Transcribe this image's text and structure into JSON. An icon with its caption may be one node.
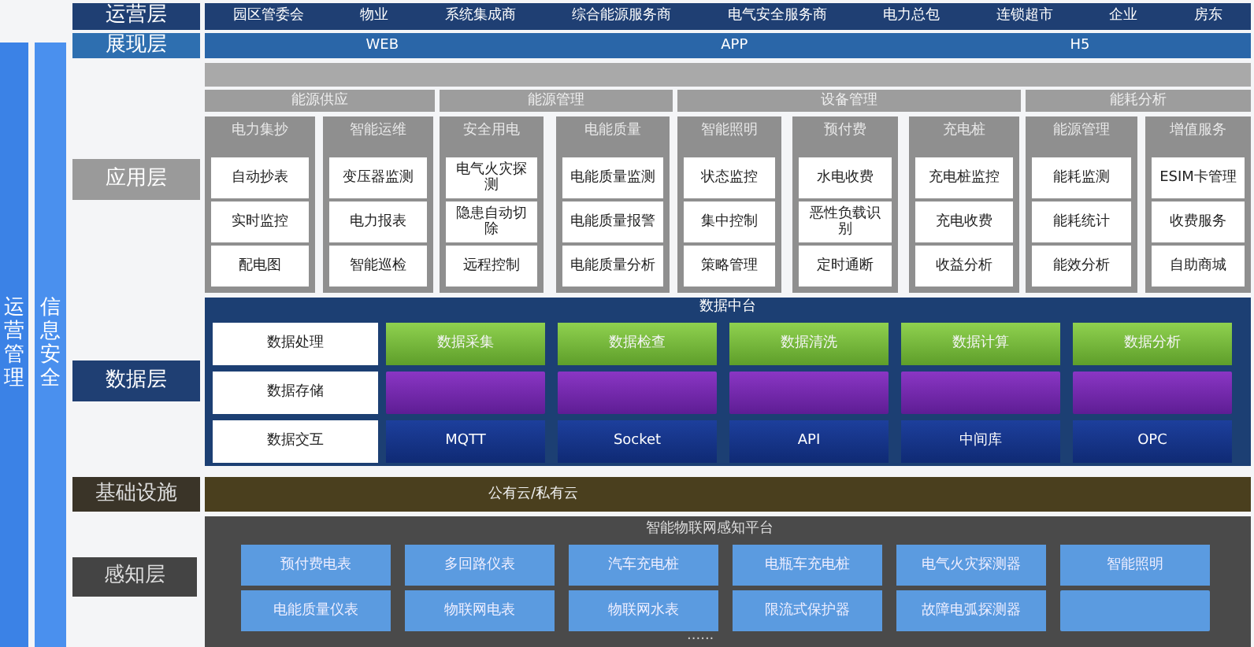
{
  "diagram": {
    "nodes": [
      {
        "text": [
          "运营管理"
        ]
      },
      {
        "text": [
          "信息安全"
        ]
      },
      {
        "text": [
          "运营层"
        ]
      },
      {
        "text": [
          "园区管委会",
          "物业",
          "系统集成商",
          "综合能源服务商",
          "电气安全服务商",
          "电力总包",
          "连锁超市",
          "企业",
          "房东"
        ]
      },
      {
        "text": [
          "展现层"
        ]
      },
      {
        "text": [
          "WEB",
          "APP",
          "H5"
        ]
      },
      {
        "text": [
          "应用层"
        ]
      },
      {
        "text": [],
        "shape": "bar"
      },
      {
        "text": [
          "能源供应"
        ]
      },
      {
        "text": [
          "能源管理"
        ]
      },
      {
        "text": [
          "设备管理"
        ]
      },
      {
        "text": [
          "能耗分析"
        ]
      },
      {
        "text": [
          "电力集抄"
        ]
      },
      {
        "text": [
          "自动抄表"
        ],
        "in": 12
      },
      {
        "text": [
          "实时监控"
        ],
        "in": 12
      },
      {
        "text": [
          "配电图"
        ],
        "in": 12
      },
      {
        "text": [
          "智能运维"
        ]
      },
      {
        "text": [
          "变压器监测"
        ],
        "in": 16
      },
      {
        "text": [
          "电力报表"
        ],
        "in": 16
      },
      {
        "text": [
          "智能巡检"
        ],
        "in": 16
      },
      {
        "text": [
          "安全用电"
        ]
      },
      {
        "text": [
          "电气火灾探测"
        ],
        "in": 20
      },
      {
        "text": [
          "隐患自动切除"
        ],
        "in": 20
      },
      {
        "text": [
          "远程控制"
        ],
        "in": 20
      },
      {
        "text": [
          "电能质量"
        ]
      },
      {
        "text": [
          "电能质量监测"
        ],
        "in": 24
      },
      {
        "text": [
          "电能质量报警"
        ],
        "in": 24
      },
      {
        "text": [
          "电能质量分析"
        ],
        "in": 24
      },
      {
        "text": [
          "智能照明"
        ]
      },
      {
        "text": [
          "状态监控"
        ],
        "in": 28
      },
      {
        "text": [
          "集中控制"
        ],
        "in": 28
      },
      {
        "text": [
          "策略管理"
        ],
        "in": 28
      },
      {
        "text": [
          "预付费"
        ]
      },
      {
        "text": [
          "水电收费"
        ],
        "in": 32
      },
      {
        "text": [
          "恶性负载识别"
        ],
        "in": 32
      },
      {
        "text": [
          "定时通断"
        ],
        "in": 32
      },
      {
        "text": [
          "充电桩"
        ]
      },
      {
        "text": [
          "充电桩监控"
        ],
        "in": 36
      },
      {
        "text": [
          "充电收费"
        ],
        "in": 36
      },
      {
        "text": [
          "收益分析"
        ],
        "in": 36
      },
      {
        "text": [
          "能源管理"
        ]
      },
      {
        "text": [
          "能耗监测"
        ],
        "in": 40
      },
      {
        "text": [
          "能耗统计"
        ],
        "in": 40
      },
      {
        "text": [
          "能效分析"
        ],
        "in": 40
      },
      {
        "text": [
          "增值服务"
        ]
      },
      {
        "text": [
          "ESIM卡管理"
        ],
        "in": 44
      },
      {
        "text": [
          "收费服务"
        ],
        "in": 44
      },
      {
        "text": [
          "自助商城"
        ],
        "in": 44
      },
      {
        "text": [
          "数据层"
        ]
      },
      {
        "text": [
          "数据中台"
        ]
      },
      {
        "text": [
          "数据处理"
        ],
        "in": 49
      },
      {
        "text": [
          "数据采集"
        ],
        "in": 49
      },
      {
        "text": [
          "数据检查"
        ],
        "in": 49
      },
      {
        "text": [
          "数据清洗"
        ],
        "in": 49
      },
      {
        "text": [
          "数据计算"
        ],
        "in": 49
      },
      {
        "text": [
          "数据分析"
        ],
        "in": 49
      },
      {
        "text": [
          "数据存储"
        ],
        "in": 49
      },
      {
        "text": [],
        "shape": "box",
        "in": 49
      },
      {
        "text": [],
        "shape": "box",
        "in": 49
      },
      {
        "text": [],
        "shape": "box",
        "in": 49
      },
      {
        "text": [],
        "shape": "box",
        "in": 49
      },
      {
        "text": [],
        "shape": "box",
        "in": 49
      },
      {
        "text": [
          "数据交互"
        ],
        "in": 49
      },
      {
        "text": [
          "MQTT"
        ],
        "in": 49
      },
      {
        "text": [
          "Socket"
        ],
        "in": 49
      },
      {
        "text": [
          "API"
        ],
        "in": 49
      },
      {
        "text": [
          "中间库"
        ],
        "in": 49
      },
      {
        "text": [
          "OPC"
        ],
        "in": 49
      },
      {
        "text": [
          "基础设施"
        ]
      },
      {
        "text": [
          "公有云/私有云"
        ]
      },
      {
        "text": [
          "感知层"
        ]
      },
      {
        "text": [
          "智能物联网感知平台"
        ]
      },
      {
        "text": [
          "预付费电表"
        ],
        "in": 71
      },
      {
        "text": [
          "多回路仪表"
        ],
        "in": 71
      },
      {
        "text": [
          "汽车充电桩"
        ],
        "in": 71
      },
      {
        "text": [
          "电瓶车充电桩"
        ],
        "in": 71
      },
      {
        "text": [
          "电气火灾探测器"
        ],
        "in": 71
      },
      {
        "text": [
          "智能照明"
        ],
        "in": 71
      },
      {
        "text": [
          "电能质量仪表"
        ],
        "in": 71
      },
      {
        "text": [
          "物联网电表"
        ],
        "in": 71
      },
      {
        "text": [
          "物联网水表"
        ],
        "in": 71
      },
      {
        "text": [
          "限流式保护器"
        ],
        "in": 71
      },
      {
        "text": [
          "故障电弧探测器"
        ],
        "in": 71
      },
      {
        "text": [],
        "shape": "box",
        "in": 71
      }
    ],
    "edges": [],
    "labels": [
      "......"
    ]
  }
}
